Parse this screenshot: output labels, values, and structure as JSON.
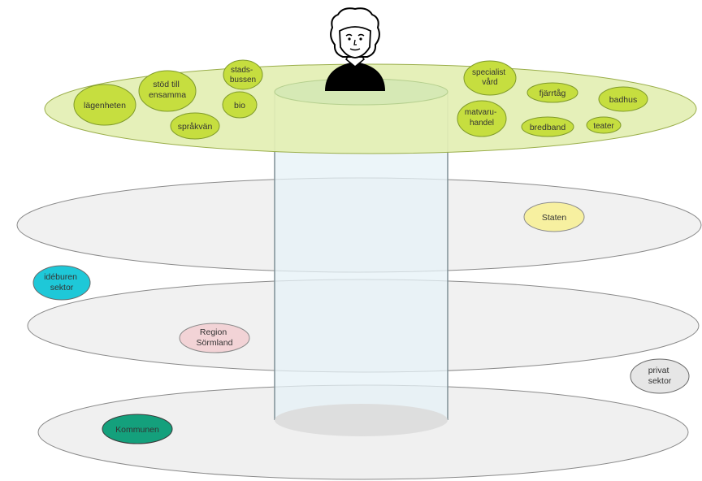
{
  "top_layer": {
    "services": [
      {
        "lines": [
          "lägenheten"
        ]
      },
      {
        "lines": [
          "stöd till",
          "ensamma"
        ]
      },
      {
        "lines": [
          "stads-",
          "bussen"
        ]
      },
      {
        "lines": [
          "bio"
        ]
      },
      {
        "lines": [
          "språkvän"
        ]
      },
      {
        "lines": [
          "specialist",
          "vård"
        ]
      },
      {
        "lines": [
          "fjärrtåg"
        ]
      },
      {
        "lines": [
          "badhus"
        ]
      },
      {
        "lines": [
          "matvaru-",
          "handel"
        ]
      },
      {
        "lines": [
          "bredband"
        ]
      },
      {
        "lines": [
          "teater"
        ]
      }
    ]
  },
  "actors": [
    {
      "lines": [
        "Staten"
      ]
    },
    {
      "lines": [
        "idéburen",
        "sektor"
      ]
    },
    {
      "lines": [
        "Region",
        "Sörmland"
      ]
    },
    {
      "lines": [
        "privat",
        "sektor"
      ]
    },
    {
      "lines": [
        "Kommunen"
      ]
    }
  ],
  "colors": {
    "top_layer": "#e3efb4",
    "service_bubble": "#c6de3f",
    "gray_layer": "#f0f0f0",
    "cylinder": "#e6f1f7",
    "staten": "#f7f0a0",
    "ideburen": "#1ec8d8",
    "region": "#f2d3d6",
    "privat": "#e6e6e6",
    "kommunen": "#14a07c"
  },
  "figure": {
    "icon": "elderly-person-icon"
  }
}
